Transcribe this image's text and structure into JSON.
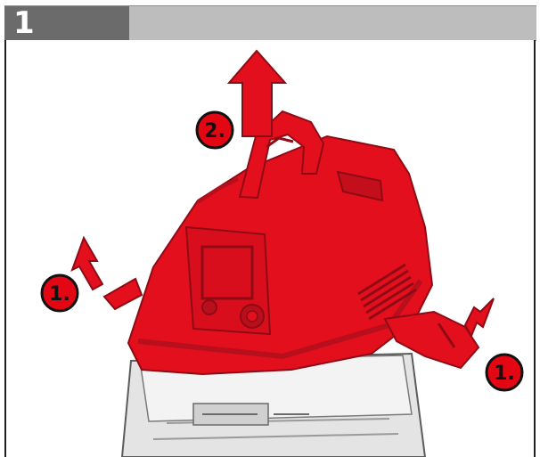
{
  "header": {
    "step_number": "1"
  },
  "callouts": {
    "left_label": "1.",
    "top_label": "2.",
    "right_label": "1."
  },
  "colors": {
    "product_red": "#e40f1d",
    "badge_red": "#e30613",
    "header_gray": "#bdbdbd",
    "step_box_gray": "#6b6b6b"
  },
  "icons": {
    "arrow": "up-arrow-icon",
    "badge": "number-badge"
  }
}
